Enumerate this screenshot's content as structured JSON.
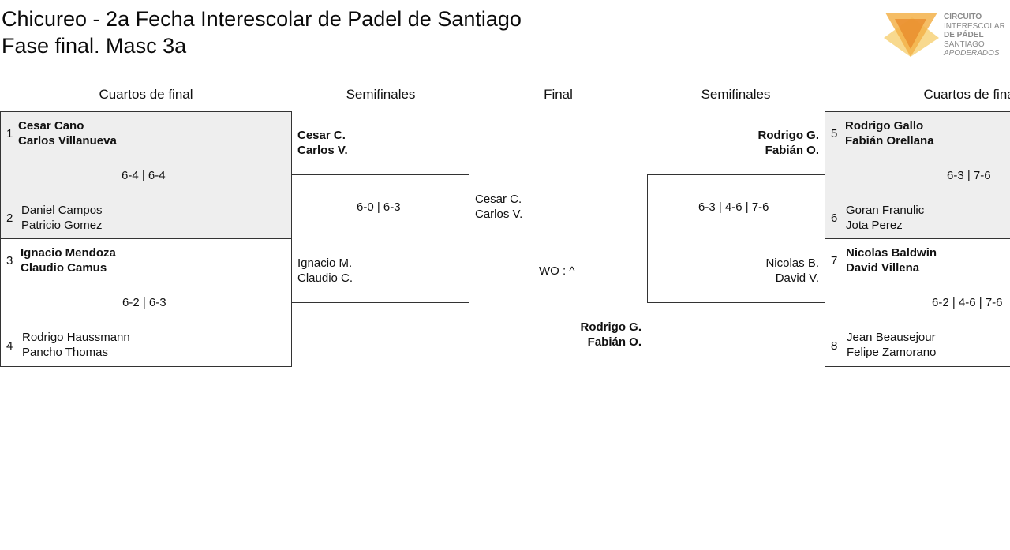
{
  "title": {
    "line1": "Chicureo - 2a Fecha Interescolar de Padel de Santiago",
    "line2": "Fase final. Masc 3a"
  },
  "logo": {
    "line1": "CIRCUITO",
    "line2": "INTERESCOLAR",
    "line3": "DE PÁDEL",
    "line4": "SANTIAGO",
    "line5": "APODERADOS",
    "colors": [
      "#e8892a",
      "#f3b24a",
      "#f7d27a"
    ]
  },
  "rounds": {
    "left_qf": "Cuartos de final",
    "left_sf": "Semifinales",
    "final": "Final",
    "right_sf": "Semifinales",
    "right_qf": "Cuartos de final"
  },
  "left_qf": [
    {
      "top_seed": "1",
      "top_p1": "Cesar Cano",
      "top_p2": "Carlos Villanueva",
      "score": "6-4 | 6-4",
      "bottom_seed": "2",
      "bottom_p1": "Daniel Campos",
      "bottom_p2": "Patricio Gomez"
    },
    {
      "top_seed": "3",
      "top_p1": "Ignacio Mendoza",
      "top_p2": "Claudio Camus",
      "score": "6-2 | 6-3",
      "bottom_seed": "4",
      "bottom_p1": "Rodrigo Haussmann",
      "bottom_p2": "Pancho Thomas"
    }
  ],
  "left_sf": {
    "top_p1": "Cesar C.",
    "top_p2": "Carlos V.",
    "score": "6-0 | 6-3",
    "bottom_p1": "Ignacio M.",
    "bottom_p2": "Claudio C."
  },
  "final": {
    "left_p1": "Cesar C.",
    "left_p2": "Carlos V.",
    "score": "WO : ^",
    "right_p1": "Rodrigo G.",
    "right_p2": "Fabián O."
  },
  "right_sf": {
    "top_p1": "Rodrigo G.",
    "top_p2": "Fabián O.",
    "score": "6-3 | 4-6 | 7-6",
    "bottom_p1": "Nicolas B.",
    "bottom_p2": "David V."
  },
  "right_qf": [
    {
      "top_seed": "5",
      "top_p1": "Rodrigo Gallo",
      "top_p2": "Fabián Orellana",
      "score": "6-3 | 7-6",
      "bottom_seed": "6",
      "bottom_p1": "Goran Franulic",
      "bottom_p2": "Jota Perez"
    },
    {
      "top_seed": "7",
      "top_p1": "Nicolas Baldwin",
      "top_p2": "David Villena",
      "score": "6-2 | 4-6 | 7-6",
      "bottom_seed": "8",
      "bottom_p1": "Jean Beausejour",
      "bottom_p2": "Felipe Zamorano"
    }
  ]
}
